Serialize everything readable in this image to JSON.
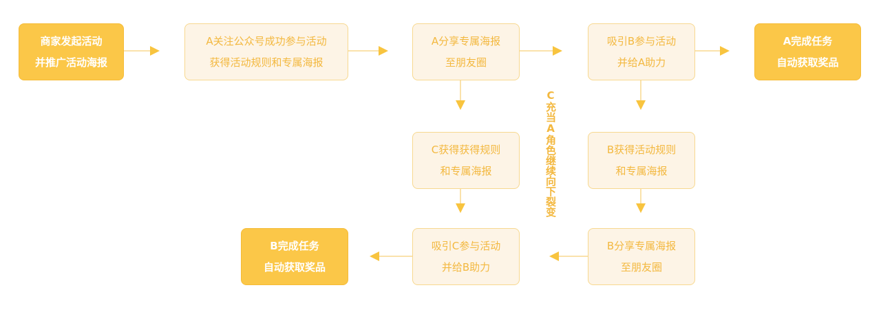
{
  "nodes": {
    "merchant": {
      "line1": "商家发起活动",
      "line2": "并推广活动海报"
    },
    "a_follow": {
      "line1": "A关注公众号成功参与活动",
      "line2": "获得活动规则和专属海报"
    },
    "a_share": {
      "line1": "A分享专属海报",
      "line2": "至朋友圈"
    },
    "attract_b": {
      "line1": "吸引B参与活动",
      "line2": "并给A助力"
    },
    "a_complete": {
      "line1": "A完成任务",
      "line2": "自动获取奖品"
    },
    "c_rules": {
      "line1": "C获得获得规则",
      "line2": "和专属海报"
    },
    "b_rules": {
      "line1": "B获得活动规则",
      "line2": "和专属海报"
    },
    "b_complete": {
      "line1": "B完成任务",
      "line2": "自动获取奖品"
    },
    "attract_c": {
      "line1": "吸引C参与活动",
      "line2": "并给B助力"
    },
    "b_share": {
      "line1": "B分享专属海报",
      "line2": "至朋友圈"
    }
  },
  "side_label": "C充当A角色继续向下裂变",
  "colors": {
    "accent": "#fbc748",
    "line": "#f9d98f",
    "arrow": "#f8c43f",
    "text": "#f3b83f",
    "light_bg": "#fdf4e6"
  }
}
